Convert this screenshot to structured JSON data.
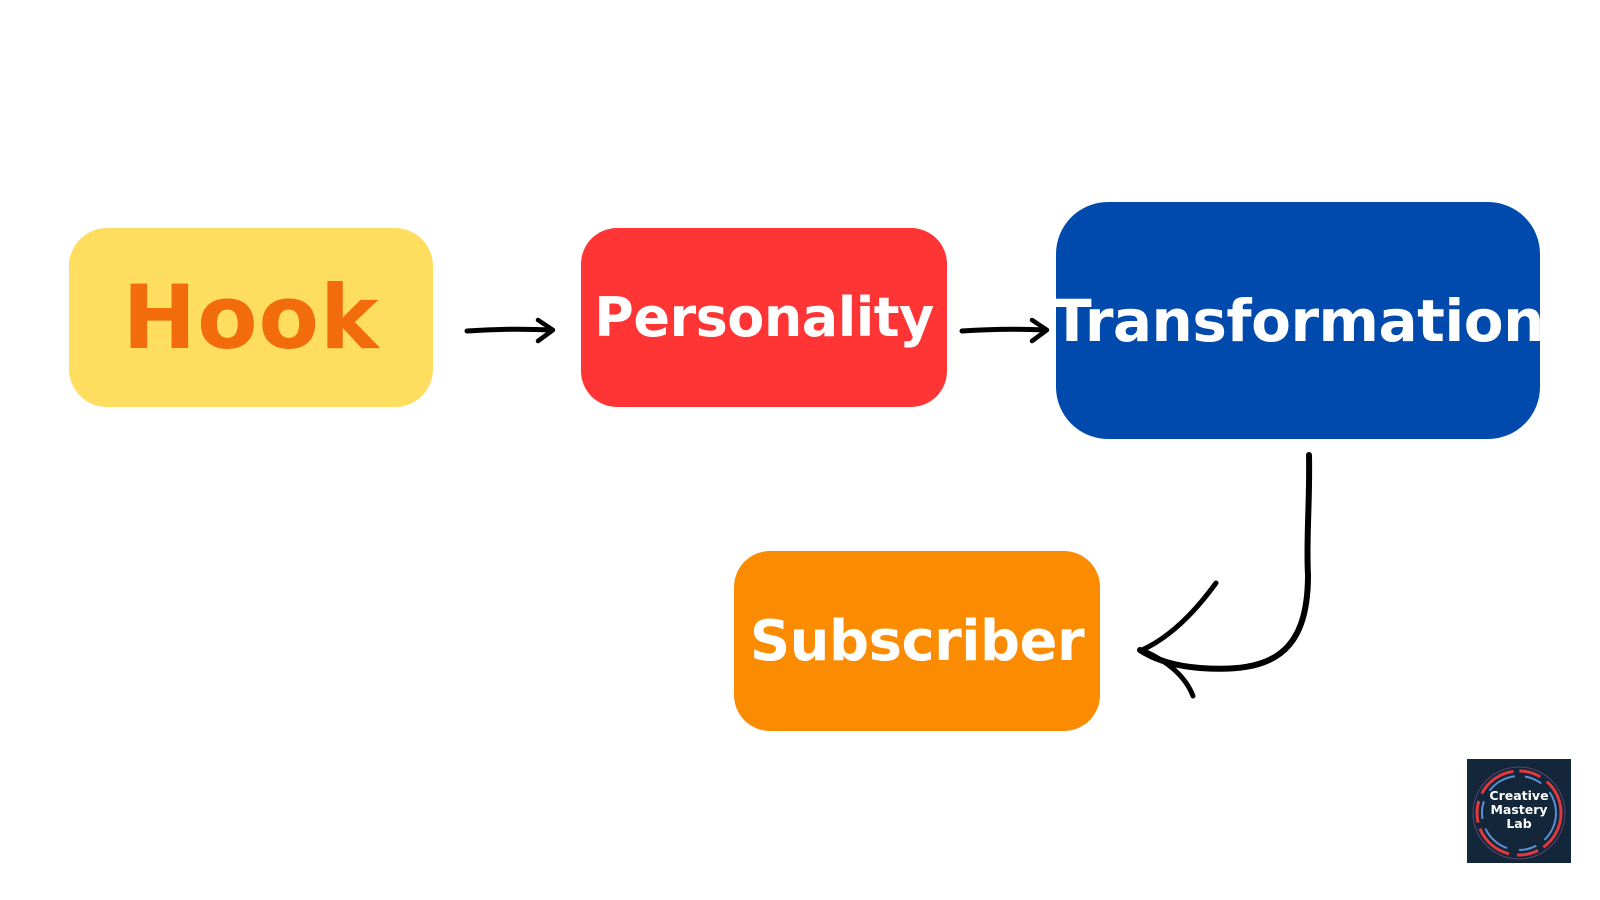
{
  "diagram": {
    "nodes": [
      {
        "id": "hook",
        "label": "Hook",
        "fill": "#fedd5f",
        "text_color": "#f26c0c"
      },
      {
        "id": "personality",
        "label": "Personality",
        "fill": "#ff3434",
        "text_color": "#ffffff"
      },
      {
        "id": "transformation",
        "label": "Transformation",
        "fill": "#014aad",
        "text_color": "#ffffff"
      },
      {
        "id": "subscriber",
        "label": "Subscriber",
        "fill": "#fb8c01",
        "text_color": "#ffffff"
      }
    ],
    "edges": [
      {
        "from": "hook",
        "to": "personality",
        "style": "hand-drawn straight arrow"
      },
      {
        "from": "personality",
        "to": "transformation",
        "style": "hand-drawn straight arrow"
      },
      {
        "from": "transformation",
        "to": "subscriber",
        "style": "hand-drawn curved arrow"
      }
    ],
    "arrow_color": "#000000"
  },
  "logo": {
    "lines": [
      "Creative",
      "Mastery",
      "Lab"
    ],
    "background": "#13263a",
    "ring_colors": [
      "#e0393e",
      "#5b8fd6"
    ]
  }
}
